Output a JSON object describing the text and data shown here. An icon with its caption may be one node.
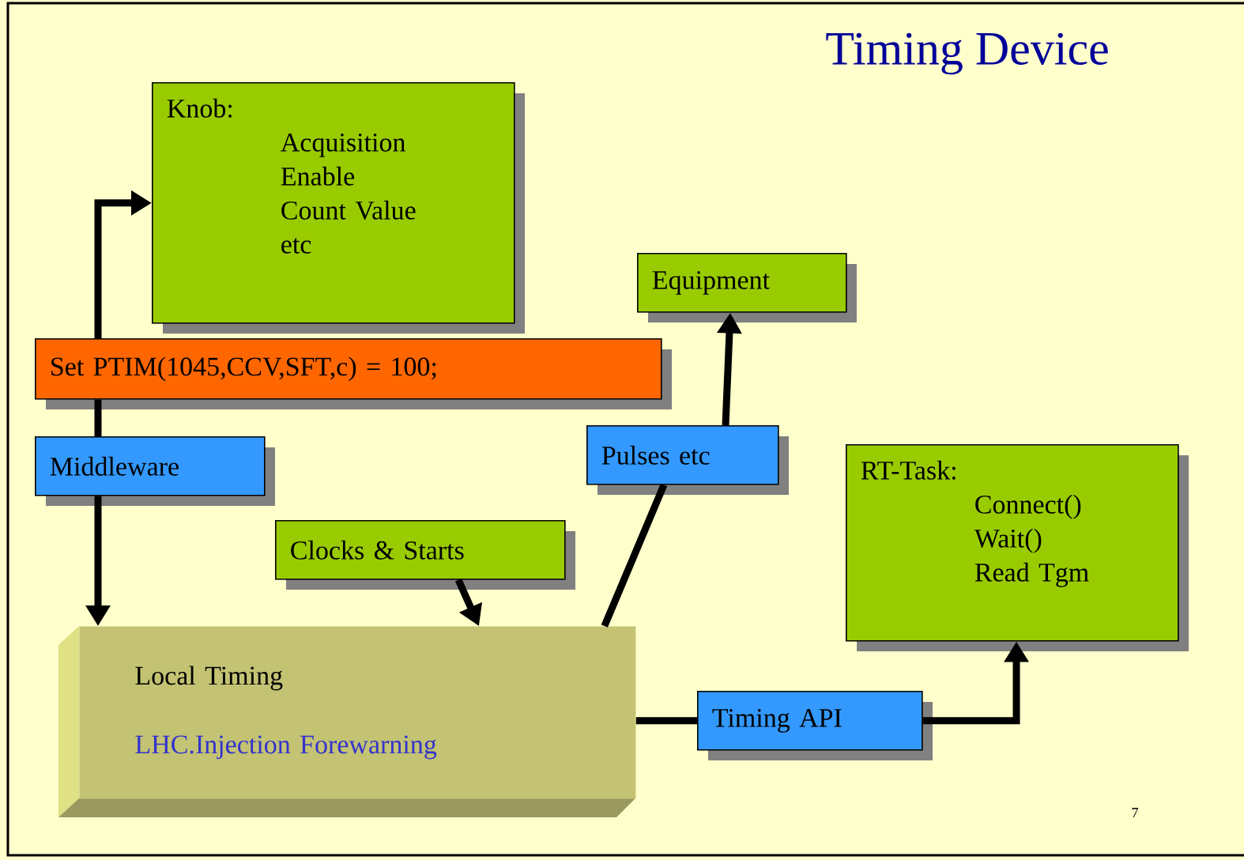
{
  "diagram": {
    "title": "Timing Device",
    "nodes": [
      {
        "text": [
          "Knob:",
          "Acquisition",
          "Enable",
          "Count Value",
          "etc"
        ]
      },
      {
        "text": [
          "Equipment"
        ]
      },
      {
        "text": [
          "Set PTIM(1045,CCV,SFT,c) = 100;"
        ]
      },
      {
        "text": [
          "Middleware"
        ]
      },
      {
        "text": [
          "Pulses etc"
        ]
      },
      {
        "text": [
          "RT-Task:",
          "Connect()",
          "Wait()",
          "Read Tgm"
        ]
      },
      {
        "text": [
          "Clocks & Starts"
        ]
      },
      {
        "text": [
          "Local Timing",
          "LHC.Injection Forewarning"
        ]
      },
      {
        "text": [
          "Timing API"
        ]
      }
    ],
    "edges": [
      {
        "from": 2,
        "to": 0,
        "arrow": "to"
      },
      {
        "from": 3,
        "to": 2,
        "arrow": "none"
      },
      {
        "from": 3,
        "to": 7,
        "arrow": "to"
      },
      {
        "from": 6,
        "to": 7,
        "arrow": "to"
      },
      {
        "from": 7,
        "to": 4,
        "arrow": "none"
      },
      {
        "from": 4,
        "to": 1,
        "arrow": "to"
      },
      {
        "from": 7,
        "to": 8,
        "arrow": "none"
      },
      {
        "from": 8,
        "to": 5,
        "arrow": "to"
      }
    ],
    "labels": [
      "7"
    ]
  }
}
